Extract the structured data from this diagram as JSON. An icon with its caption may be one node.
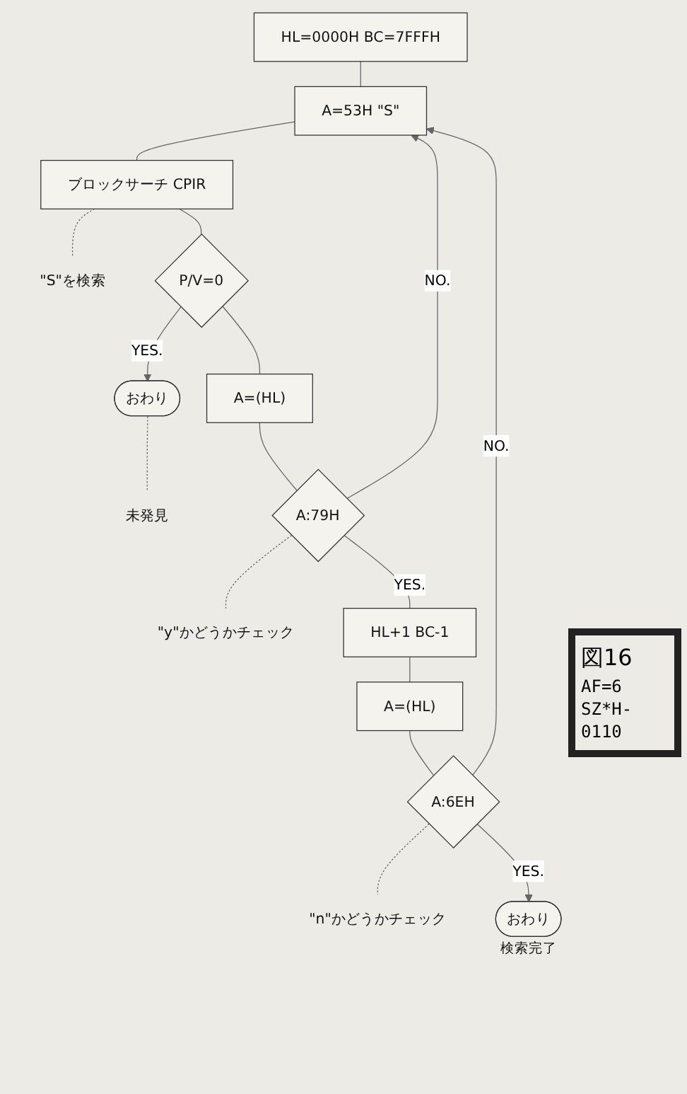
{
  "diagram": {
    "nodes": [
      {
        "text": [
          "HL=0000H BC=7FFFH"
        ]
      },
      {
        "text": [
          "A=53H \"S\""
        ]
      },
      {
        "text": [
          "ブロックサーチ CPIR"
        ]
      },
      {
        "text": [
          "\"S\"を検索"
        ]
      },
      {
        "text": [
          "P/V=0"
        ]
      },
      {
        "text": [
          "おわり"
        ]
      },
      {
        "text": [
          "未発見"
        ]
      },
      {
        "text": [
          "A=(HL)"
        ]
      },
      {
        "text": [
          "A:79H"
        ]
      },
      {
        "text": [
          "\"y\"かどうかチェック"
        ]
      },
      {
        "text": [
          "HL+1 BC-1"
        ]
      },
      {
        "text": [
          "A=(HL)"
        ]
      },
      {
        "text": [
          "A:6EH"
        ]
      },
      {
        "text": [
          "\"n\"かどうかチェック"
        ]
      },
      {
        "text": [
          "おわり"
        ],
        "beside": [
          "検索完了"
        ]
      }
    ],
    "edges": [
      {
        "from": 0,
        "to": 1,
        "arrow": "none"
      },
      {
        "from": 1,
        "to": 2,
        "arrow": "none"
      },
      {
        "from": 2,
        "to": 3,
        "arrow": "none",
        "style": "dashed"
      },
      {
        "from": 2,
        "to": 4,
        "arrow": "none"
      },
      {
        "from": 4,
        "to": 5,
        "arrow": "to",
        "label": "YES."
      },
      {
        "from": 5,
        "to": 6,
        "arrow": "none",
        "style": "dashed"
      },
      {
        "from": 4,
        "to": 7,
        "arrow": "none"
      },
      {
        "from": 7,
        "to": 8,
        "arrow": "none"
      },
      {
        "from": 8,
        "to": 9,
        "arrow": "none",
        "style": "dashed"
      },
      {
        "from": 8,
        "to": 1,
        "arrow": "to",
        "label": "NO."
      },
      {
        "from": 8,
        "to": 10,
        "arrow": "none",
        "label": "YES."
      },
      {
        "from": 10,
        "to": 11,
        "arrow": "none"
      },
      {
        "from": 11,
        "to": 12,
        "arrow": "none"
      },
      {
        "from": 12,
        "to": 13,
        "arrow": "none",
        "style": "dashed"
      },
      {
        "from": 12,
        "to": 1,
        "arrow": "to",
        "label": "NO."
      },
      {
        "from": 12,
        "to": 14,
        "arrow": "to",
        "label": "YES."
      }
    ],
    "labels": [
      "図16",
      "AF=6",
      "SZ*H-",
      "0110"
    ]
  }
}
